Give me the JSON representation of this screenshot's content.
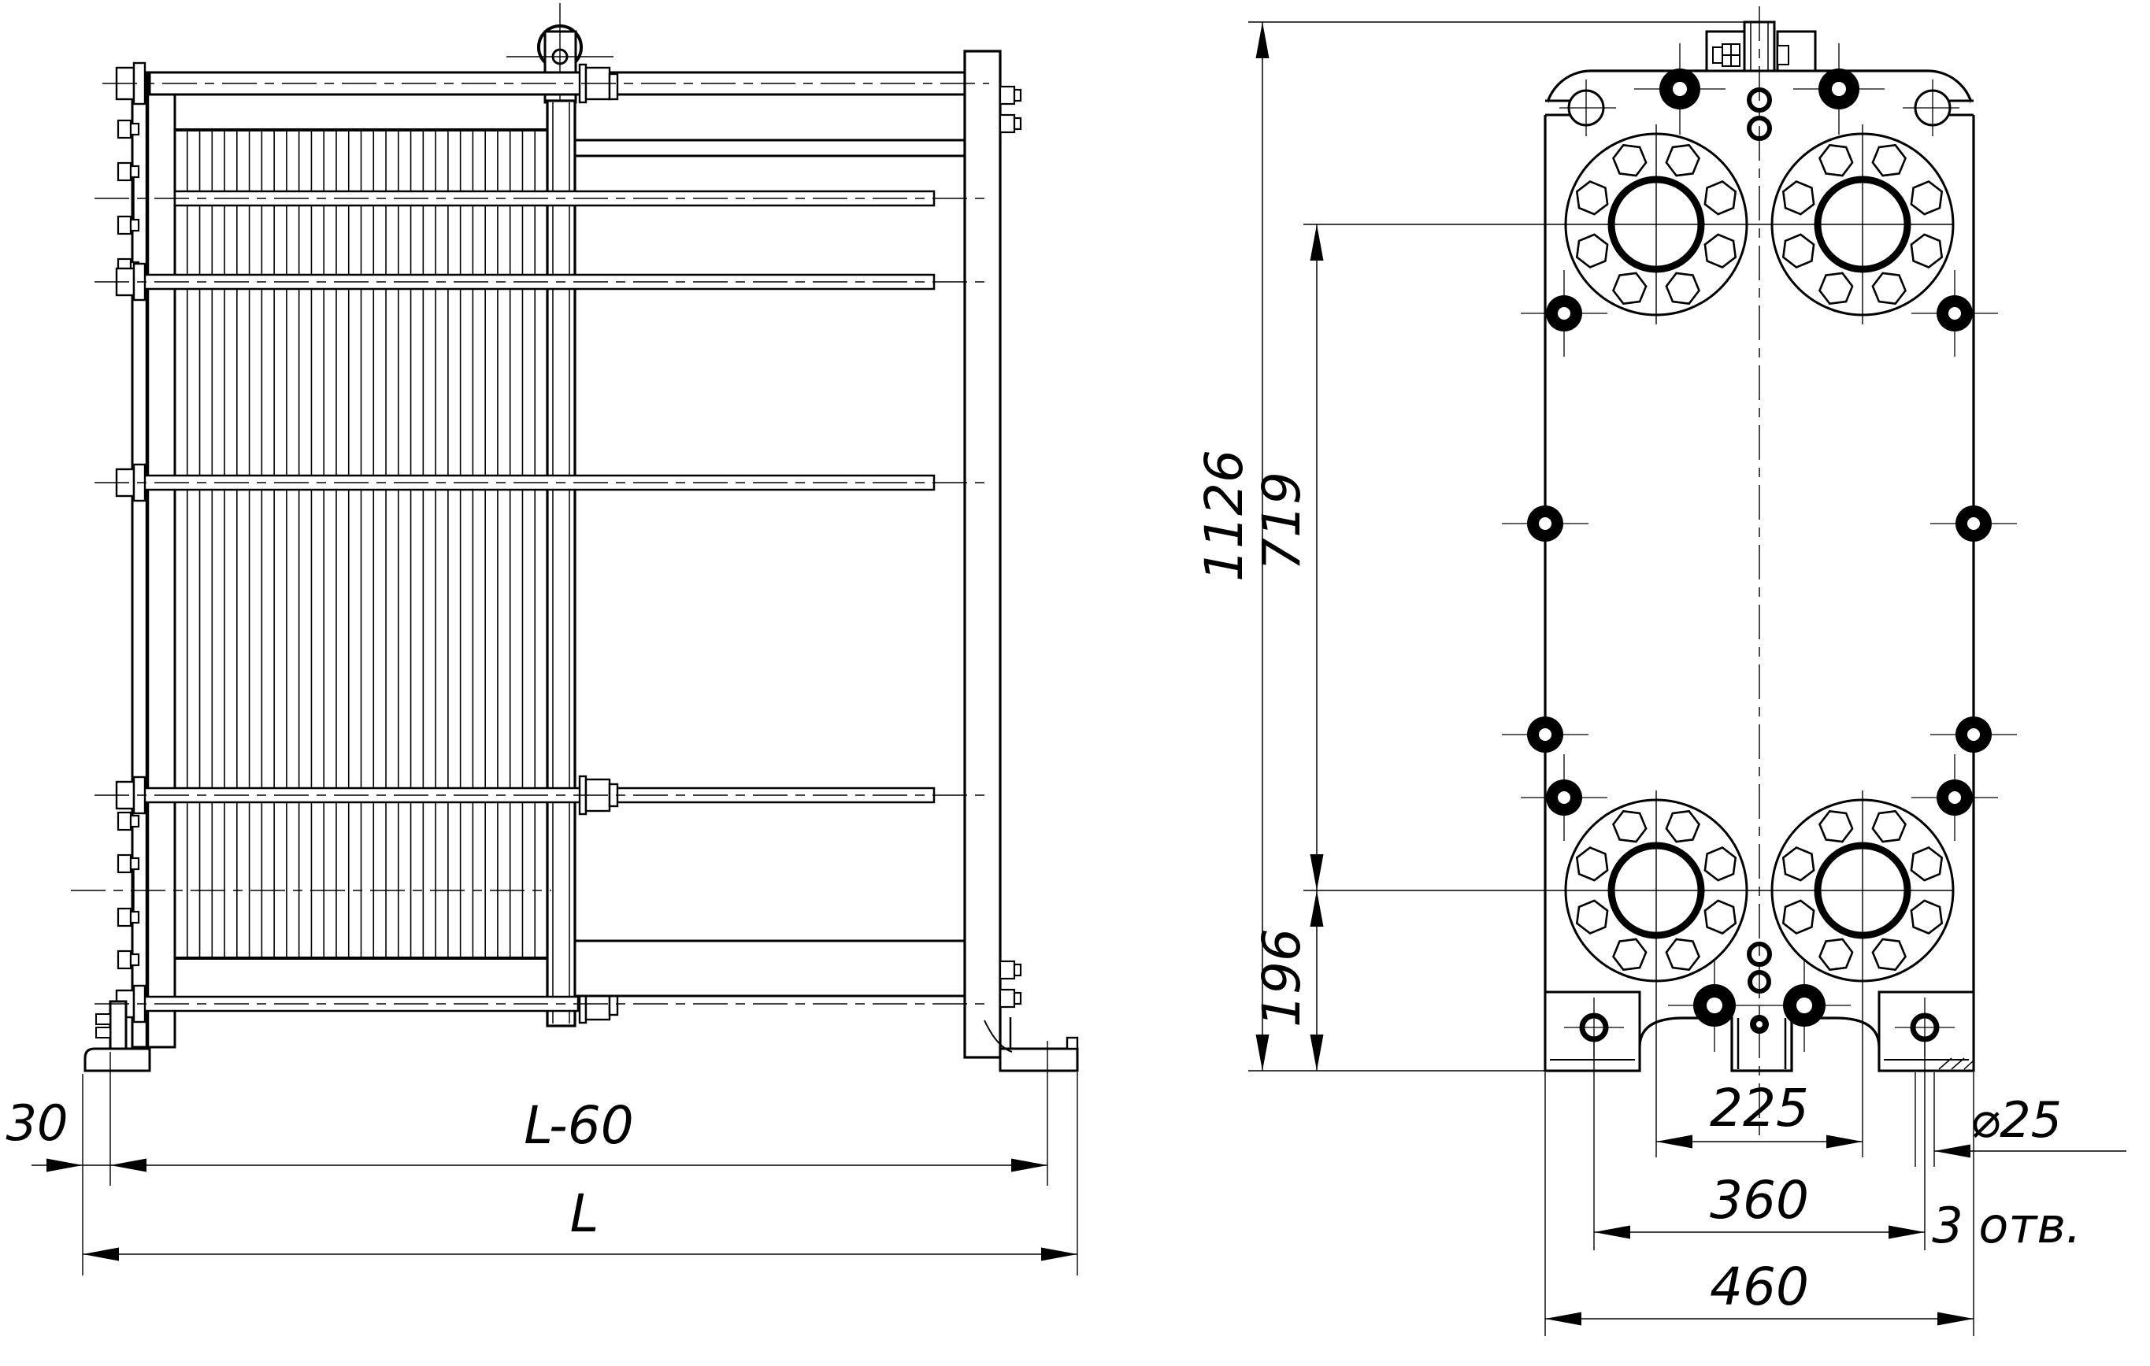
{
  "colors": {
    "background": "#ffffff",
    "line": "#000000"
  },
  "dimensions": {
    "side_view": {
      "foot_offset": "30",
      "tie_rod_length": "L-60",
      "overall_length": "L"
    },
    "front_view": {
      "overall_height": "1126",
      "port_center_span": "719",
      "lower_port_height": "196",
      "port_horizontal_span": "225",
      "foot_hole_span": "360",
      "plate_width": "460",
      "foot_hole_diameter": "⌀25",
      "foot_hole_count": "3 отв."
    }
  }
}
